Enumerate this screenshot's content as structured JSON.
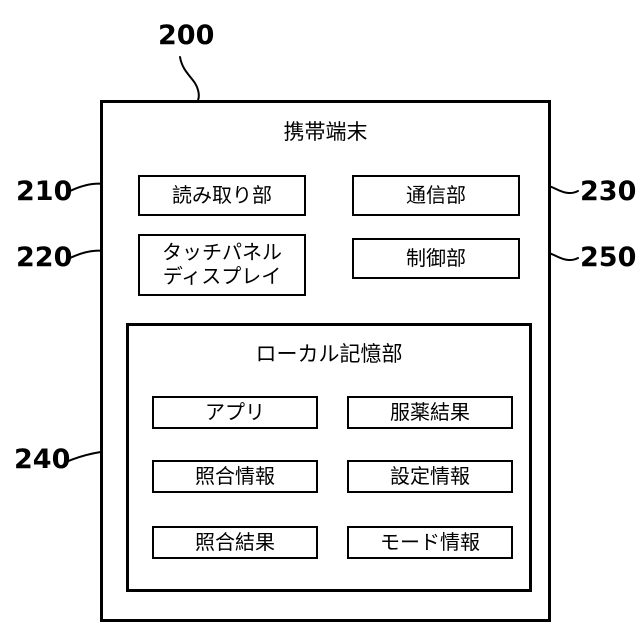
{
  "figure": {
    "number_label": "200",
    "stroke_color": "#000000",
    "background_color": "#ffffff"
  },
  "device": {
    "title": "携帯端末",
    "ref": "200",
    "modules": [
      {
        "ref": "210",
        "label": "読み取り部",
        "side": "left"
      },
      {
        "ref": "220",
        "label": "タッチパネル\nディスプレイ",
        "side": "left"
      },
      {
        "ref": "230",
        "label": "通信部",
        "side": "right"
      },
      {
        "ref": "250",
        "label": "制御部",
        "side": "right"
      }
    ]
  },
  "storage": {
    "ref": "240",
    "title": "ローカル記憶部",
    "items": [
      {
        "label": "アプリ",
        "column": "left",
        "row": 1
      },
      {
        "label": "服薬結果",
        "column": "right",
        "row": 1
      },
      {
        "label": "照合情報",
        "column": "left",
        "row": 2
      },
      {
        "label": "設定情報",
        "column": "right",
        "row": 2
      },
      {
        "label": "照合結果",
        "column": "left",
        "row": 3
      },
      {
        "label": "モード情報",
        "column": "right",
        "row": 3
      }
    ]
  }
}
